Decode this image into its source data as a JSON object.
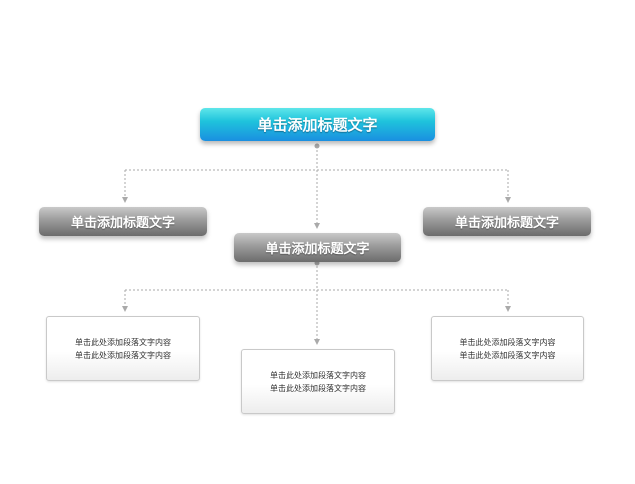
{
  "diagram": {
    "top_node": {
      "label": "单击添加标题文字"
    },
    "left_node": {
      "label": "单击添加标题文字"
    },
    "center_node": {
      "label": "单击添加标题文字"
    },
    "right_node": {
      "label": "单击添加标题文字"
    },
    "left_box": {
      "lines": [
        "单击此处添加段落文字内容",
        "单击此处添加段落文字内容"
      ]
    },
    "center_box": {
      "lines": [
        "单击此处添加段落文字内容",
        "单击此处添加段落文字内容"
      ]
    },
    "right_box": {
      "lines": [
        "单击此处添加段落文字内容",
        "单击此处添加段落文字内容"
      ]
    }
  },
  "colors": {
    "connector": "#aaaaaa",
    "title_gradient": [
      "#5fe6ea",
      "#1fc3dc",
      "#1a8fe0"
    ],
    "node_gradient": [
      "#c9c9c9",
      "#9b9b9b",
      "#6c6c6c"
    ]
  }
}
